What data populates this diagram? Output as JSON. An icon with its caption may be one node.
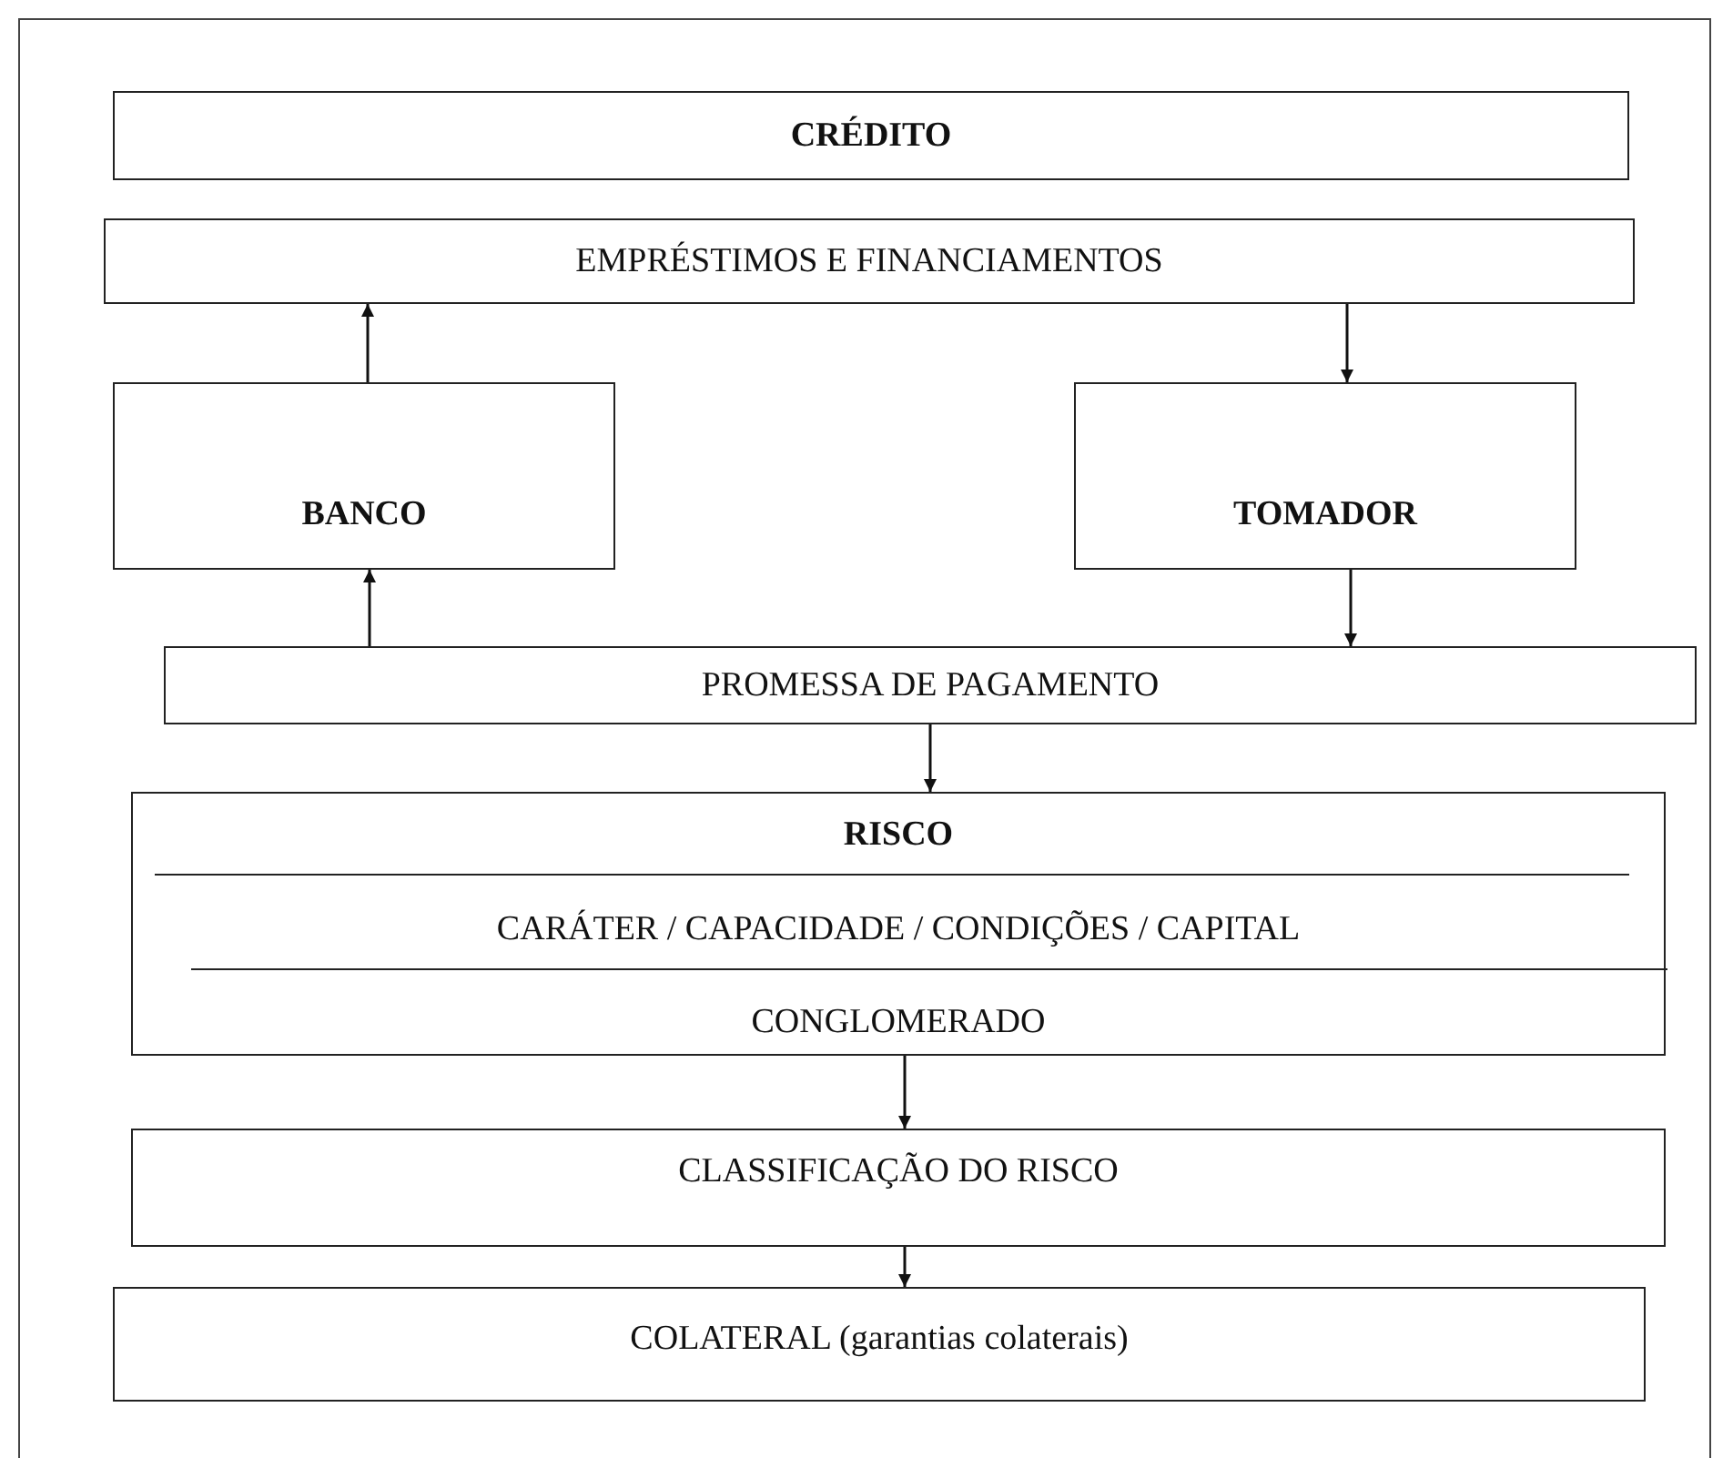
{
  "diagram": {
    "nodes": [
      {
        "text": [
          "CRÉDITO"
        ]
      },
      {
        "text": [
          "EMPRÉSTIMOS E FINANCIAMENTOS"
        ]
      },
      {
        "text": [
          "BANCO"
        ]
      },
      {
        "text": [
          "TOMADOR"
        ]
      },
      {
        "text": [
          "PROMESSA DE PAGAMENTO"
        ]
      },
      {
        "text": [
          "RISCO",
          "CARÁTER / CAPACIDADE / CONDIÇÕES / CAPITAL",
          "CONGLOMERADO"
        ]
      },
      {
        "text": [
          "CLASSIFICAÇÃO DO RISCO"
        ]
      },
      {
        "text": [
          "COLATERAL  (garantias colaterais)"
        ]
      }
    ],
    "edges": [
      {
        "from": 2,
        "to": 1,
        "arrow": "to"
      },
      {
        "from": 1,
        "to": 3,
        "arrow": "to"
      },
      {
        "from": 4,
        "to": 2,
        "arrow": "to"
      },
      {
        "from": 3,
        "to": 4,
        "arrow": "to"
      },
      {
        "from": 4,
        "to": 5,
        "arrow": "to"
      },
      {
        "from": 5,
        "to": 6,
        "arrow": "to"
      },
      {
        "from": 6,
        "to": 7,
        "arrow": "to"
      }
    ]
  }
}
